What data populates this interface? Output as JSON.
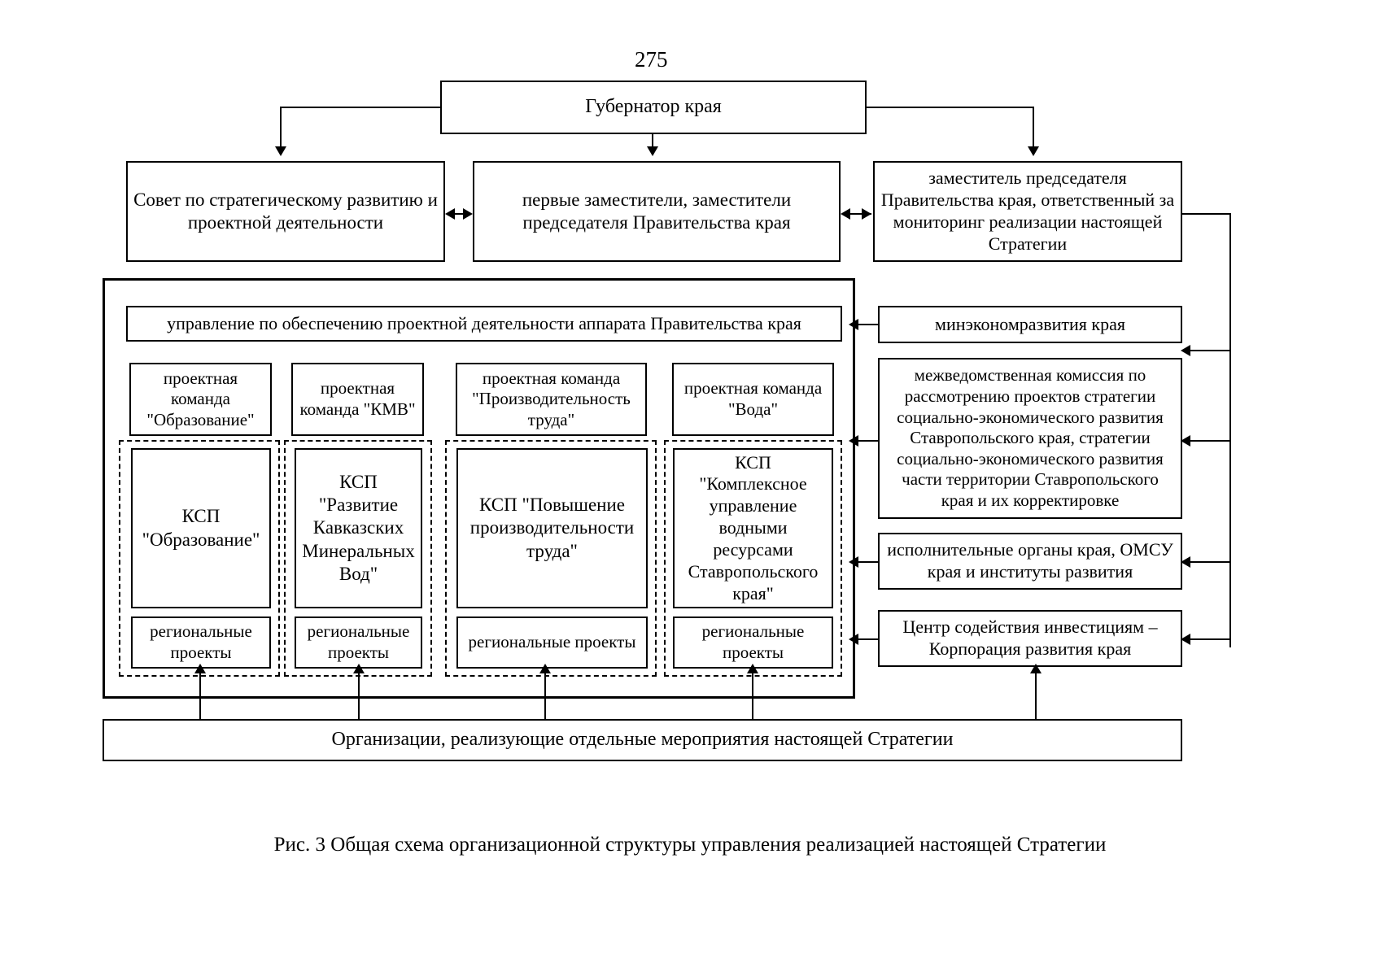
{
  "page_number": "275",
  "figure_caption": "Рис. 3 Общая схема организационной структуры управления реализацией настоящей Стратегии",
  "top": {
    "governor": "Губернатор края"
  },
  "level2": [
    {
      "label": "Совет по стратегическому развитию и проектной деятельности"
    },
    {
      "label": "первые заместители, заместители председателя Правительства края"
    },
    {
      "label": "заместитель председателя Правительства края, ответственный за мониторинг реализации настоящей Стратегии"
    }
  ],
  "inner_panel": {
    "header": "управление по обеспечению проектной деятельности аппарата Правительства края",
    "columns": [
      {
        "team": "проектная команда \"Образование\"",
        "ksp": "КСП \"Образование\"",
        "projects": "региональные проекты"
      },
      {
        "team": "проектная команда \"КМВ\"",
        "ksp": "КСП \"Развитие Кавказских Минеральных Вод\"",
        "projects": "региональные проекты"
      },
      {
        "team": "проектная команда \"Производительность труда\"",
        "ksp": "КСП \"Повышение производительности труда\"",
        "projects": "региональные проекты"
      },
      {
        "team": "проектная команда \"Вода\"",
        "ksp": "КСП \"Комплексное управление водными ресурсами Ставропольского края\"",
        "projects": "региональные проекты"
      }
    ]
  },
  "right_column": [
    {
      "label": "минэкономразвития края"
    },
    {
      "label": "межведомственная комиссия по рассмотрению проектов стратегии социально-экономического развития Ставропольского края, стратегии социально-экономического развития части территории Ставропольского края и их корректировке"
    },
    {
      "label": "исполнительные органы края, ОМСУ края и институты развития"
    },
    {
      "label": "Центр содействия инвестициям – Корпорация развития края"
    }
  ],
  "bottom": {
    "label": "Организации, реализующие отдельные мероприятия настоящей Стратегии"
  },
  "colors": {
    "line": "#000000",
    "background": "#ffffff"
  }
}
